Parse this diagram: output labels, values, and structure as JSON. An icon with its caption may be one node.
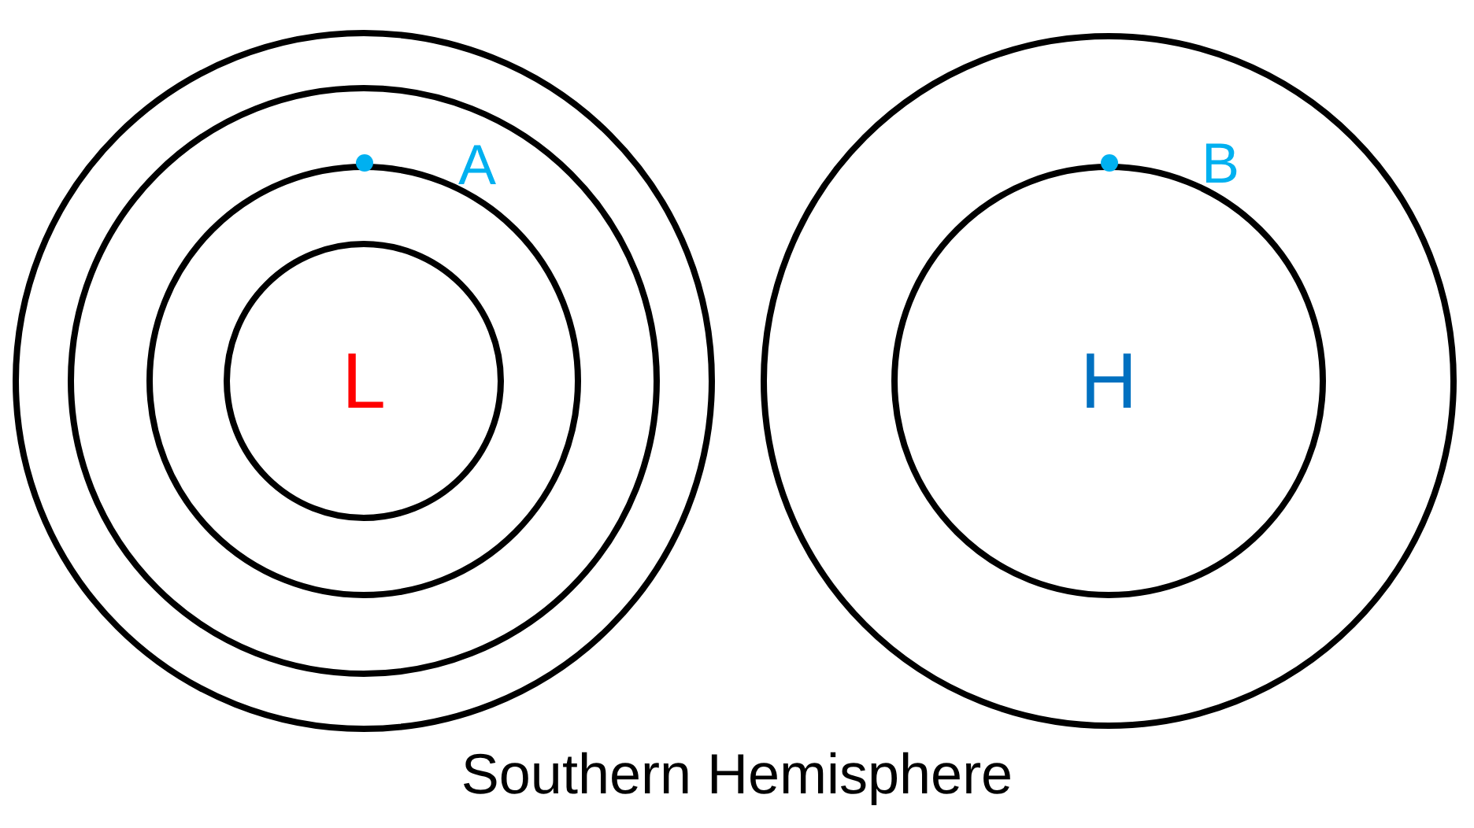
{
  "diagram": {
    "caption": "Southern Hemisphere",
    "nodes": [
      {
        "text": [],
        "shape": "circle"
      },
      {
        "text": [],
        "shape": "circle",
        "in": 0
      },
      {
        "text": [],
        "shape": "circle",
        "in": 1
      },
      {
        "text": [
          "L"
        ],
        "in": 2
      },
      {
        "text": [],
        "shape": "circle"
      },
      {
        "text": [
          "H"
        ],
        "in": 4
      }
    ],
    "labels": [
      "A",
      "B"
    ]
  }
}
